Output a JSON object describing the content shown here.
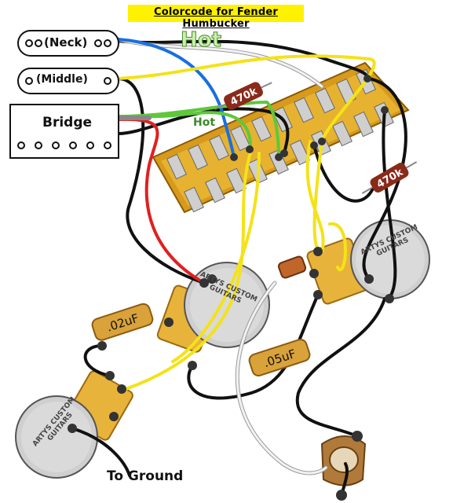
{
  "title": "Colorcode for Fender Humbucker",
  "pickups": {
    "neck": "(Neck)",
    "middle": "(Middle)",
    "bridge": "Bridge"
  },
  "hot_labels": [
    "Hot",
    "Hot"
  ],
  "resistors": [
    "470k",
    "470k"
  ],
  "capacitors": [
    ".02uF",
    ".05uF"
  ],
  "pot_brand": "ARTYS CUSTOM GUITARS",
  "ground_label": "To Ground",
  "colors": {
    "title_bg": "#fff200",
    "switch_body": "#e0a92a",
    "wire_blue": "#1a6fe0",
    "wire_green": "#5ec83a",
    "wire_yellow": "#f4e21a",
    "wire_red": "#e02020",
    "wire_black": "#111111",
    "wire_white": "#e8e8e8",
    "resistor": "#8a2a1a",
    "capacitor": "#d9a23a"
  }
}
